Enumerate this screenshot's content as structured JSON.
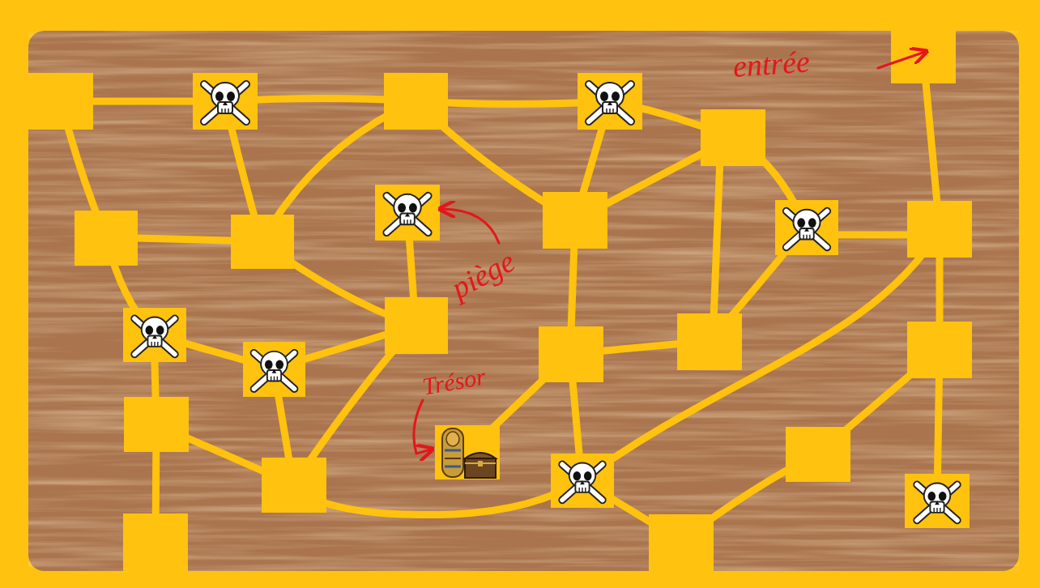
{
  "diagram": {
    "labels": [
      "entrée",
      "piège",
      "Trésor"
    ]
  }
}
